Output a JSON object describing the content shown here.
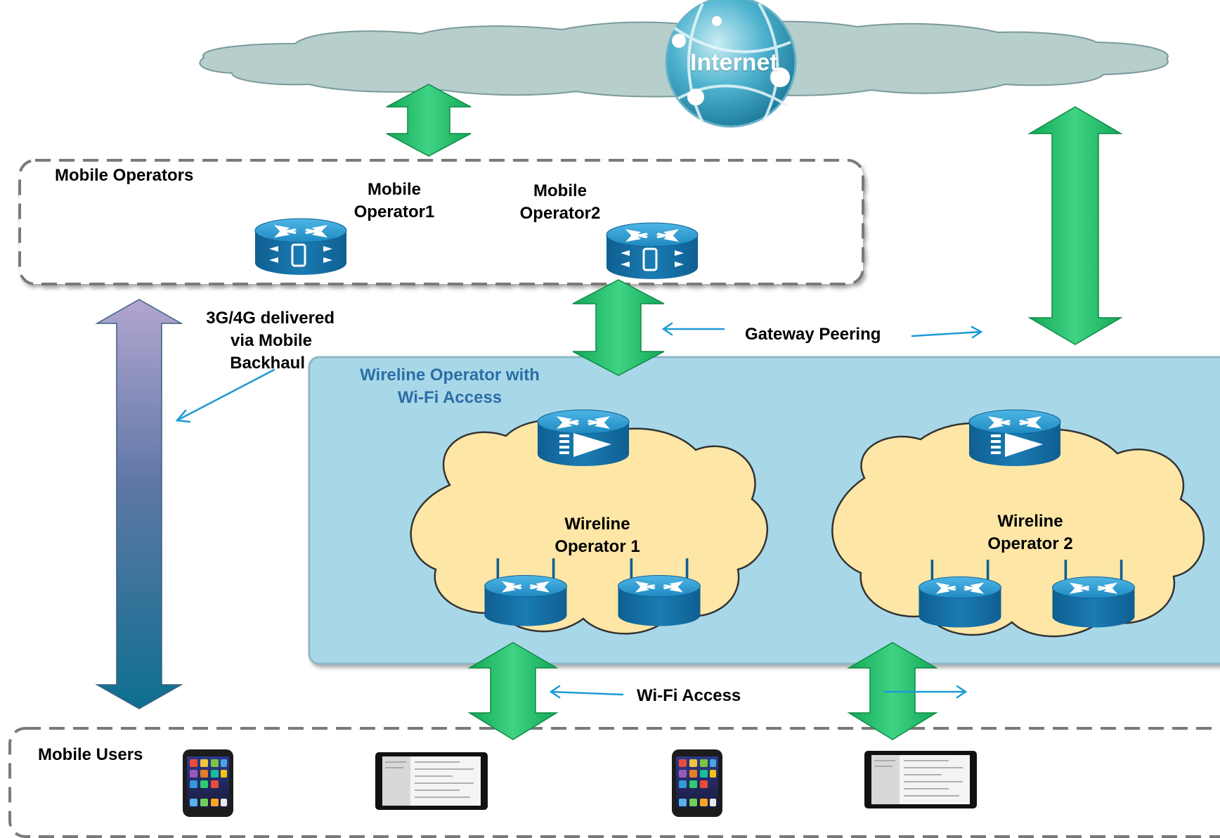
{
  "internet": {
    "label": "Internet"
  },
  "mobile_operators": {
    "title": "Mobile Operators",
    "operator1": {
      "line1": "Mobile",
      "line2": "Operator1"
    },
    "operator2": {
      "line1": "Mobile",
      "line2": "Operator2"
    }
  },
  "backhaul": {
    "line1": "3G/4G delivered",
    "line2": "via Mobile",
    "line3": "Backhaul"
  },
  "gateway_peering": {
    "label": "Gateway Peering"
  },
  "wireline_group": {
    "line1": "Wireline Operator with",
    "line2": "Wi-Fi Access"
  },
  "wireline1": {
    "line1": "Wireline",
    "line2": "Operator 1"
  },
  "wireline2": {
    "line1": "Wireline",
    "line2": "Operator 2"
  },
  "wifi_access": {
    "label": "Wi-Fi Access"
  },
  "mobile_users": {
    "title": "Mobile Users"
  },
  "colors": {
    "green_arrow": "#22c06a",
    "router_blue": "#1e88c0",
    "wireline_bg": "#a8d8e8",
    "cloud_yellow": "#fde6a6",
    "cloud_grey": "#b6cfcc",
    "label_blue": "#2b6ea6",
    "pointer_blue": "#1e9ad6"
  }
}
